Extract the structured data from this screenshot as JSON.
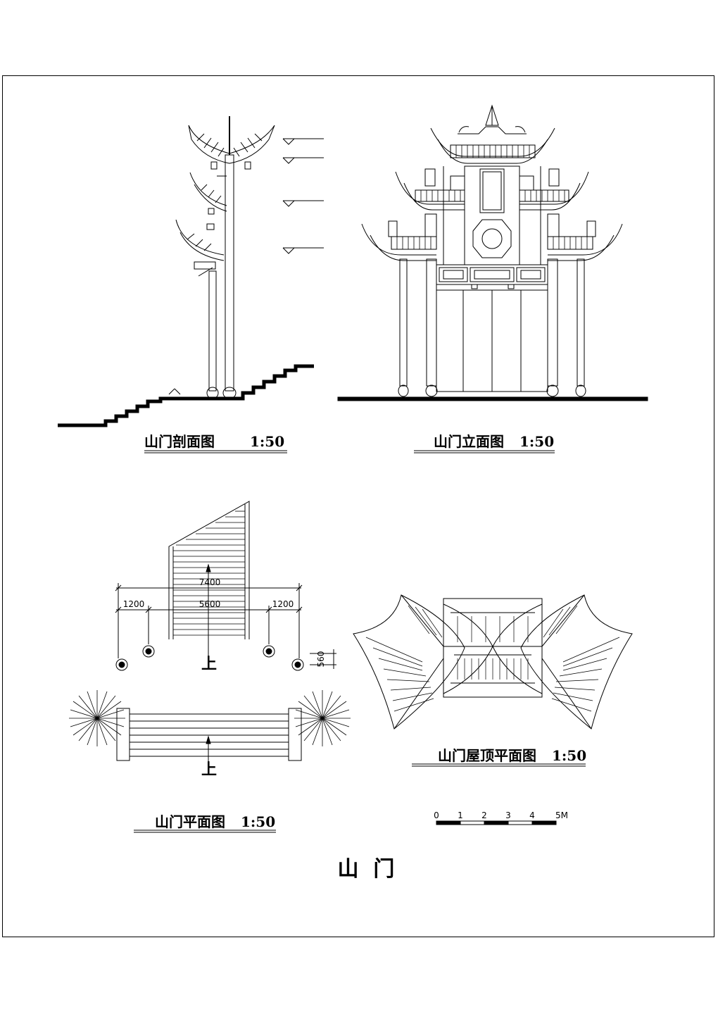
{
  "drawings": {
    "section": {
      "title": "山门剖面图",
      "scale": "1:50"
    },
    "elevation": {
      "title": "山门立面图",
      "scale": "1:50"
    },
    "plan": {
      "title": "山门平面图",
      "scale": "1:50",
      "dims": {
        "overall": "7400",
        "center": "5600",
        "side_left": "1200",
        "side_right": "1200",
        "depth": "560"
      },
      "stair_upper": "上",
      "stair_lower": "上"
    },
    "roof_plan": {
      "title": "山门屋顶平面图",
      "scale": "1:50"
    }
  },
  "scale_bar": {
    "ticks": [
      "0",
      "1",
      "2",
      "3",
      "4",
      "5M"
    ]
  },
  "sheet_title": "山  门"
}
